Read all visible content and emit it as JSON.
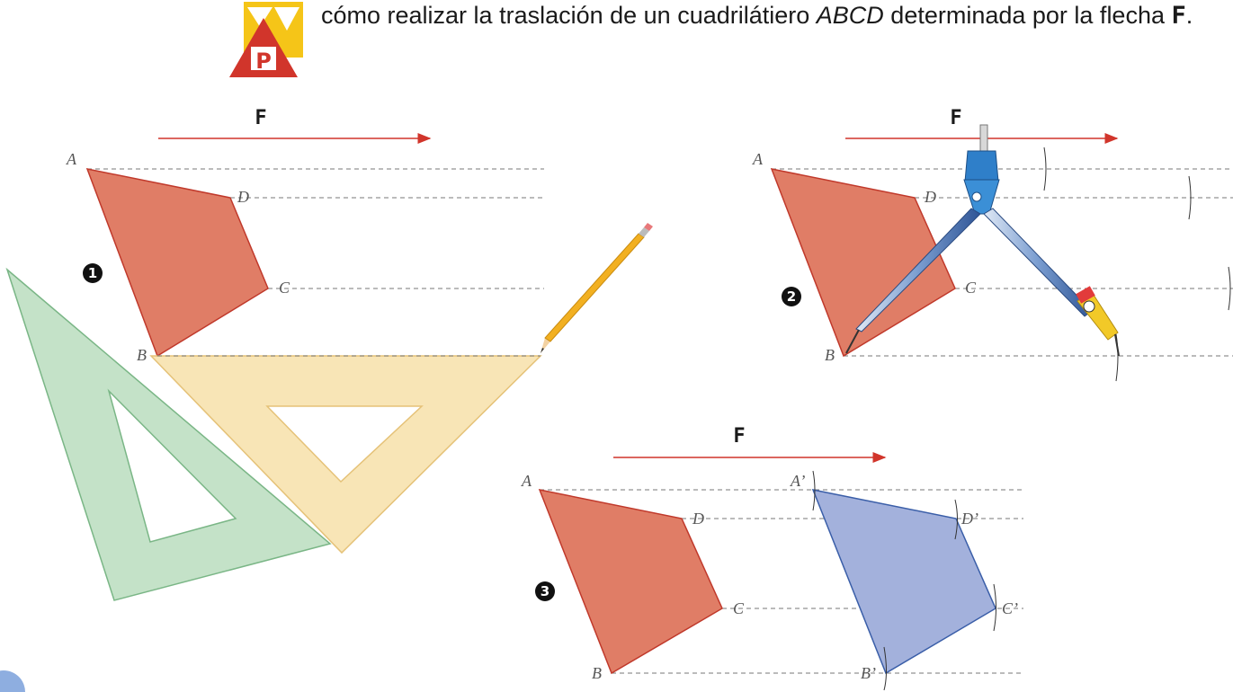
{
  "header": {
    "text_before": "cómo realizar la traslación de un cuadrilátiero ",
    "text_italic": "ABCD",
    "text_middle": " determinada por la flecha ",
    "text_bold": "F",
    "text_end": "."
  },
  "logo": {
    "icon": "zp-logo-icon",
    "letter": "P"
  },
  "colors": {
    "original_fill": "#e07d66",
    "original_stroke": "#c0392b",
    "translated_fill": "#a3b1dc",
    "translated_stroke": "#3a5ea8",
    "arrow": "#d1352b",
    "set_square_green": "#bfe0c4",
    "set_square_yellow": "#f8e3b0"
  },
  "panel1": {
    "step": "1",
    "arrow_label": "F",
    "vertices": {
      "A": "A",
      "B": "B",
      "C": "C",
      "D": "D"
    },
    "tools": [
      "set-square-icon",
      "set-square-icon",
      "pencil-icon"
    ]
  },
  "panel2": {
    "step": "2",
    "arrow_label": "F",
    "vertices": {
      "A": "A",
      "B": "B",
      "C": "C",
      "D": "D"
    },
    "tools": [
      "compass-icon"
    ]
  },
  "panel3": {
    "step": "3",
    "arrow_label": "F",
    "vertices": {
      "A": "A",
      "B": "B",
      "C": "C",
      "D": "D"
    },
    "translated_vertices": {
      "A": "A’",
      "B": "B’",
      "C": "C’",
      "D": "D’"
    }
  }
}
